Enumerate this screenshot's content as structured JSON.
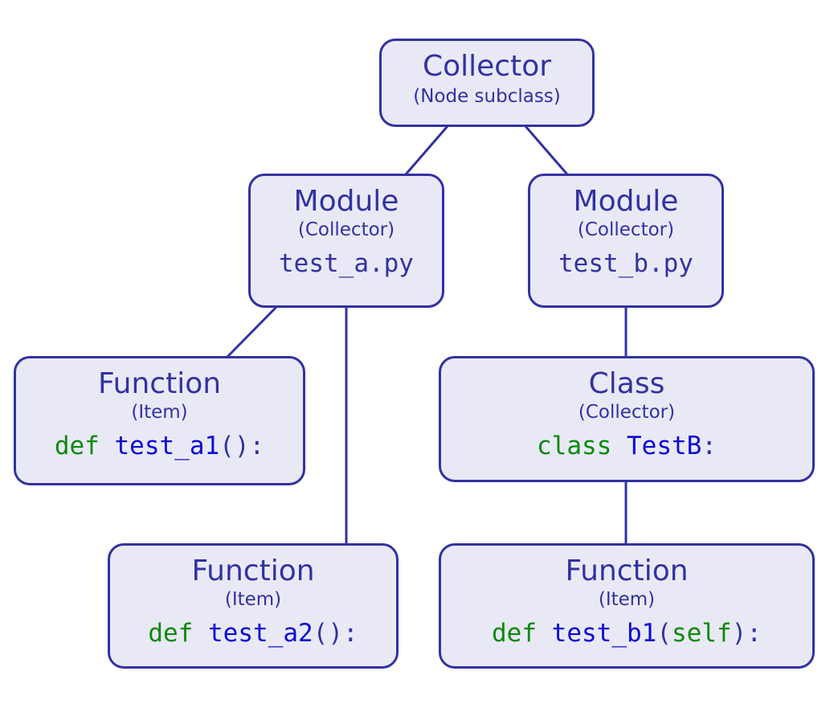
{
  "nodes": {
    "collector": {
      "title": "Collector",
      "sub": "(Node subclass)"
    },
    "module_a": {
      "title": "Module",
      "sub": "(Collector)",
      "code": "test_a.py"
    },
    "module_b": {
      "title": "Module",
      "sub": "(Collector)",
      "code": "test_b.py"
    },
    "function_a1": {
      "title": "Function",
      "sub": "(Item)",
      "code_kw": "def",
      "code_name": "test_a1",
      "code_rest": "():"
    },
    "class_b": {
      "title": "Class",
      "sub": "(Collector)",
      "code_kw": "class",
      "code_name": "TestB",
      "code_rest": ":"
    },
    "function_a2": {
      "title": "Function",
      "sub": "(Item)",
      "code_kw": "def",
      "code_name": "test_a2",
      "code_rest": "():"
    },
    "function_b1": {
      "title": "Function",
      "sub": "(Item)",
      "code_kw": "def",
      "code_name": "test_b1",
      "code_paren_open": "(",
      "code_arg": "self",
      "code_rest": "):"
    }
  },
  "colors": {
    "node_fill": "#e9e9f6",
    "node_border": "#3232a2",
    "text": "#3232a2",
    "keyword": "#0a8a0a",
    "identifier": "#0a0ad6"
  }
}
